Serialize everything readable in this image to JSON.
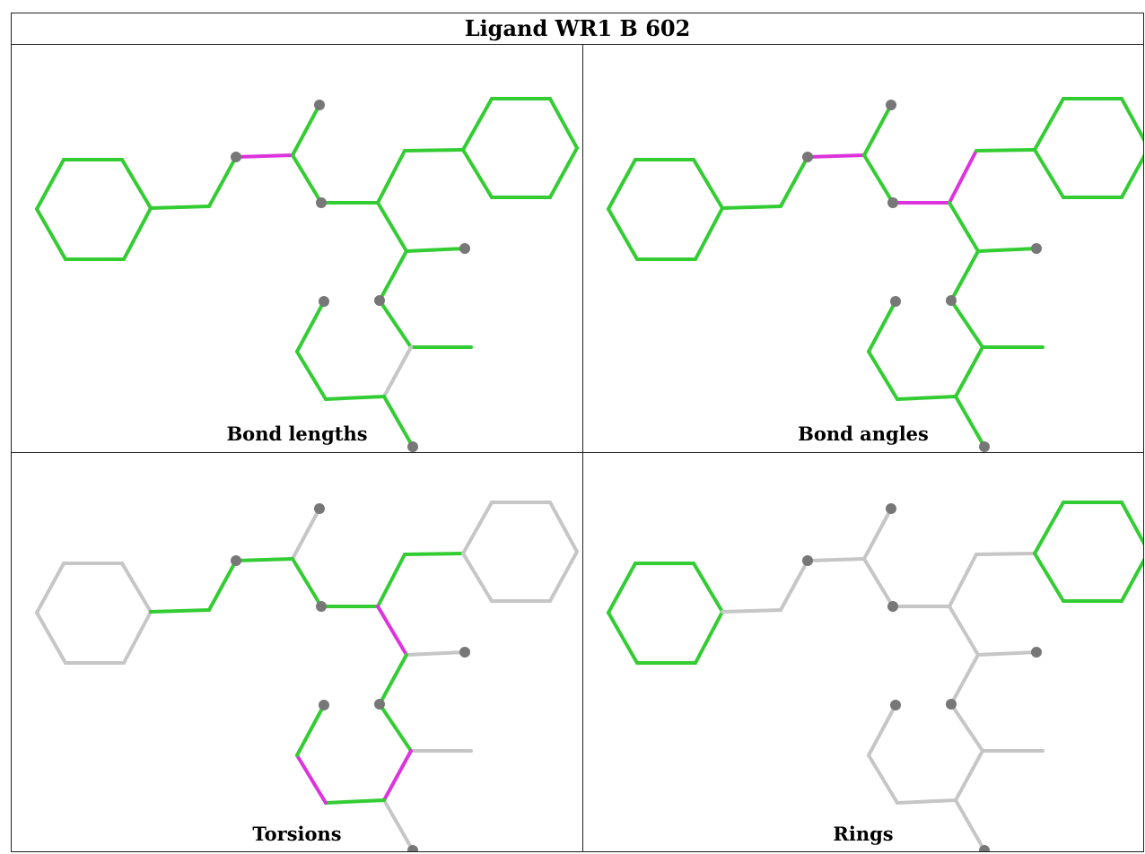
{
  "title": "Ligand WR1 B 602",
  "colors": {
    "ok": "#33cc33",
    "outlier": "#dd33dd",
    "neutral": "#c6c6c6",
    "atom": "#777777"
  },
  "panels": [
    {
      "key": "bond_lengths",
      "caption": "Bond lengths",
      "magenta": [
        "n3-c1"
      ],
      "gray": [
        "c7-c8"
      ],
      "all_green": true
    },
    {
      "key": "bond_angles",
      "caption": "Bond angles",
      "magenta": [
        "n3-c1",
        "c4-n2",
        "c3-c4",
        "c3-c2"
      ],
      "gray": [],
      "all_green": true
    },
    {
      "key": "torsions",
      "caption": "Torsions",
      "magenta": [
        "c3-c5",
        "c9-c10",
        "c7-c8"
      ],
      "gray": [
        "ringL",
        "ringR",
        "c1-o1",
        "c5-o2",
        "c9-o4",
        "c7-c6",
        "c8-o5"
      ],
      "all_green": false,
      "green": [
        "ringL-ch2",
        "ch2-n3",
        "n3-c1",
        "c1-c2",
        "c2-c3",
        "c3-c4",
        "c4-ringR",
        "c5-c6",
        "c6-n7",
        "n7-c7",
        "c10-c8",
        "c9-o4"
      ]
    },
    {
      "key": "rings",
      "caption": "Rings",
      "magenta": [],
      "gray": [],
      "all_green": false,
      "green": [
        "ringL",
        "ringR"
      ]
    }
  ]
}
